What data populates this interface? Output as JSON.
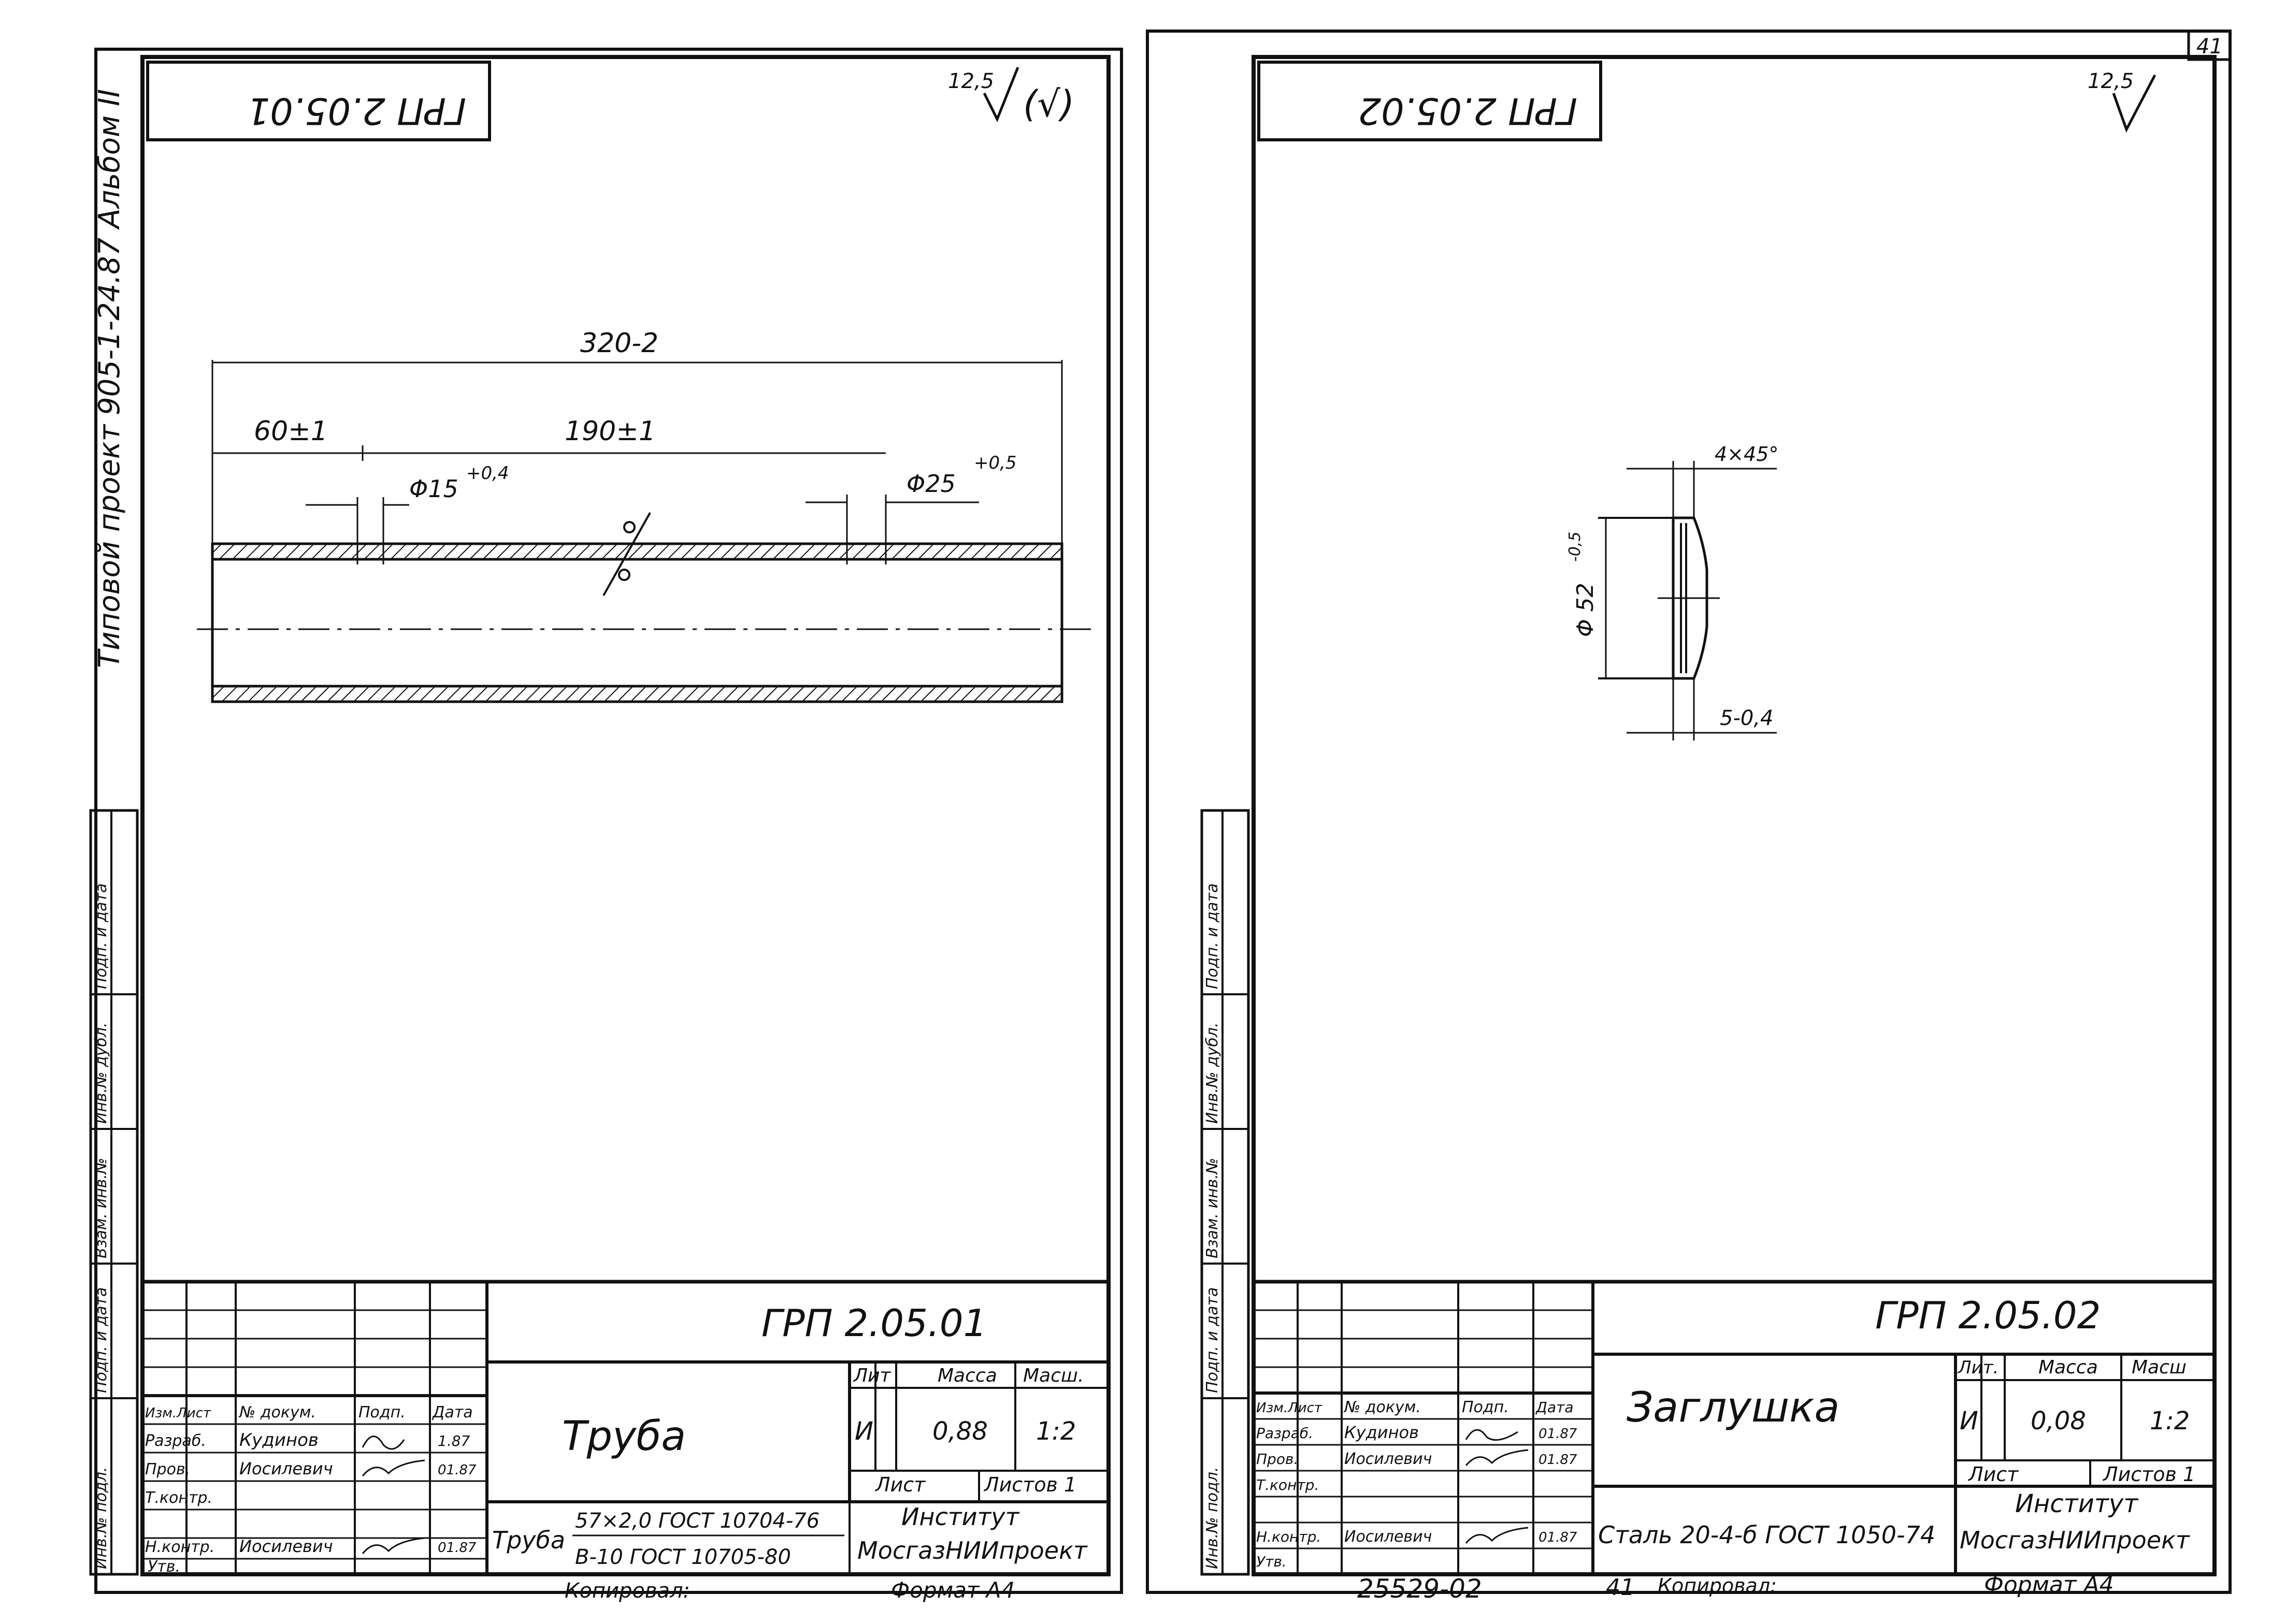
{
  "album": {
    "side_text": "Типовой проект 905-1-24.87  Альбом  II",
    "top_right_number": "41",
    "bottom_doc_number": "25529-02",
    "bottom_sheet": "41",
    "copied_by": "Копировал:",
    "format": "Формат А4"
  },
  "side_labels": [
    "Инв.№ подл.",
    "Подп. и дата",
    "Взам. инв.№",
    "Инв.№ дубл.",
    "Подп. и дата"
  ],
  "sheet1": {
    "stamp_rotated": "ГРП 2.05.01",
    "roughness": "12,5",
    "roughness_suffix": "(√)",
    "dims": {
      "overall": "320-2",
      "left": "60±1",
      "middle": "190±1",
      "hole1": "Φ15",
      "hole1_tol": "+0,4",
      "hole2": "Φ25",
      "hole2_tol": "+0,5"
    },
    "title_block": {
      "code": "ГРП 2.05.01",
      "name": "Труба",
      "material_line1": "57×2,0 ГОСТ 10704-76",
      "material_line2": "В-10 ГОСТ 10705-80",
      "material_prefix": "Труба",
      "lit_label": "Лит",
      "mass_label": "Масса",
      "scale_label": "Масш.",
      "lit_value": "И",
      "mass_value": "0,88",
      "scale_value": "1:2",
      "sheet_label": "Лист",
      "sheets_label": "Листов 1",
      "org1": "Институт",
      "org2": "МосгазНИИпроект",
      "rows": [
        {
          "role": "Изм.Лист",
          "name": "№ докум.",
          "sign": "Подп.",
          "date": "Дата"
        },
        {
          "role": "Разраб.",
          "name": "Кудинов",
          "sign": "",
          "date": "1.87"
        },
        {
          "role": "Пров.",
          "name": "Иосилевич",
          "sign": "",
          "date": "01.87"
        },
        {
          "role": "Т.контр.",
          "name": "",
          "sign": "",
          "date": ""
        },
        {
          "role": "Н.контр.",
          "name": "Иосилевич",
          "sign": "",
          "date": "01.87"
        },
        {
          "role": "Утв.",
          "name": "",
          "sign": "",
          "date": ""
        }
      ]
    }
  },
  "sheet2": {
    "stamp_rotated": "ГРП 2.05.02",
    "roughness": "12,5",
    "dims": {
      "chamfer": "4×45°",
      "diameter": "Φ 52",
      "diameter_tol": "-0,5",
      "thickness": "5-0,4"
    },
    "title_block": {
      "code": "ГРП 2.05.02",
      "name": "Заглушка",
      "material": "Сталь 20-4-б ГОСТ 1050-74",
      "lit_label": "Лит.",
      "mass_label": "Масса",
      "scale_label": "Масш",
      "lit_value": "И",
      "mass_value": "0,08",
      "scale_value": "1:2",
      "sheet_label": "Лист",
      "sheets_label": "Листов 1",
      "org1": "Институт",
      "org2": "МосгазНИИпроект",
      "rows": [
        {
          "role": "Изм.Лист",
          "name": "№ докум.",
          "sign": "Подп.",
          "date": "Дата"
        },
        {
          "role": "Разраб.",
          "name": "Кудинов",
          "sign": "",
          "date": "01.87"
        },
        {
          "role": "Пров.",
          "name": "Иосилевич",
          "sign": "",
          "date": "01.87"
        },
        {
          "role": "Т.контр.",
          "name": "",
          "sign": "",
          "date": ""
        },
        {
          "role": "Н.контр.",
          "name": "Иосилевич",
          "sign": "",
          "date": "01.87"
        },
        {
          "role": "Утв.",
          "name": "",
          "sign": "",
          "date": ""
        }
      ]
    }
  }
}
